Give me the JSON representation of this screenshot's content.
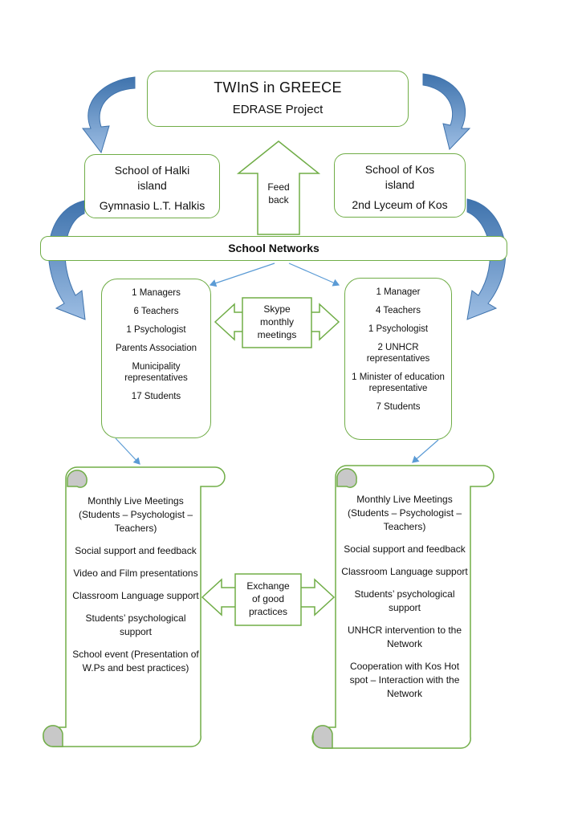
{
  "title": {
    "line1": "TWInS in GREECE",
    "line2": "EDRASE Project"
  },
  "feedback_arrow": {
    "line1": "Feed",
    "line2": "back"
  },
  "schools": {
    "halki": {
      "line1": "School of Halki",
      "line2": "island",
      "line3": "Gymnasio L.T. Halkis"
    },
    "kos": {
      "line1": "School of Kos",
      "line2": "island",
      "line3": "2nd Lyceum of Kos"
    }
  },
  "school_networks": "School Networks",
  "left_members": [
    "1 Managers",
    "6 Teachers",
    "1 Psychologist",
    "Parents Association",
    "Municipality representatives",
    "17 Students"
  ],
  "right_members": [
    "1 Manager",
    "4 Teachers",
    "1 Psychologist",
    "2 UNHCR representatives",
    "1 Minister of education representative",
    "7 Students"
  ],
  "skype_arrow": {
    "line1": "Skype",
    "line2": "monthly",
    "line3": "meetings"
  },
  "exchange_arrow": {
    "line1": "Exchange",
    "line2": "of good",
    "line3": "practices"
  },
  "left_activities": [
    "Monthly Live Meetings (Students – Psychologist – Teachers)",
    "Social support and feedback",
    "Video and Film presentations",
    "Classroom Language support",
    "Students’ psychological support",
    "School event (Presentation of W.Ps and best practices)"
  ],
  "right_activities": [
    "Monthly Live Meetings (Students – Psychologist – Teachers)",
    "Social support and feedback",
    "Classroom Language support",
    "Students’ psychological support",
    "UNHCR intervention to the Network",
    "Cooperation with Kos Hot spot – Interaction with the Network"
  ],
  "colors": {
    "border_green": "#70ad47",
    "arrow_blue": "#4a7fb8",
    "arrow_blue_light": "#a9c6e8",
    "connector_blue": "#5b9bd5"
  }
}
